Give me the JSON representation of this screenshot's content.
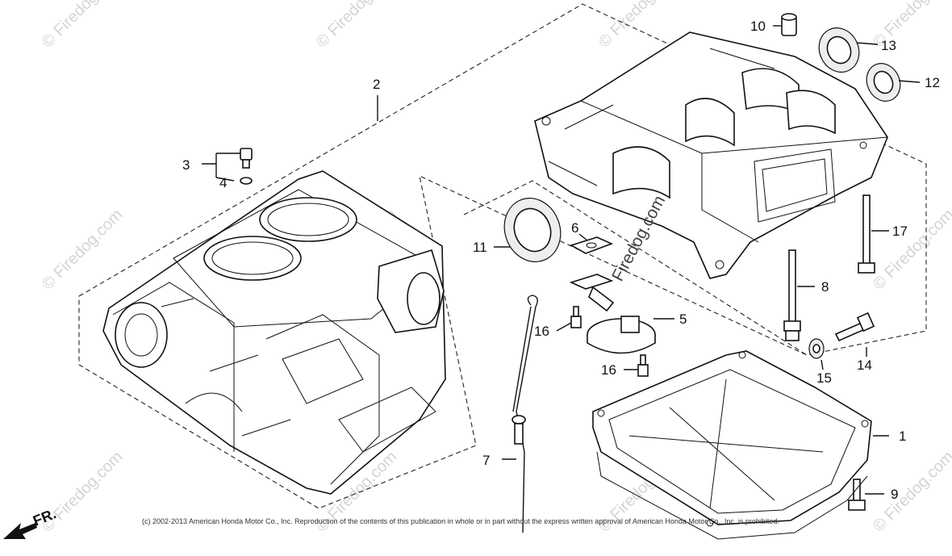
{
  "watermark": "© Firedog.com",
  "diagram_watermark": "Firedog.com",
  "copyright": "(c) 2002-2013 American Honda Motor Co., Inc. Reproduction of the contents of this publication in whole or in part without the express written approval of American Honda Motor Co., Inc. is prohibited.",
  "direction": "FR.",
  "callouts": {
    "c1": "1",
    "c2": "2",
    "c3": "3",
    "c4": "4",
    "c5": "5",
    "c6": "6",
    "c7": "7",
    "c8": "8",
    "c9": "9",
    "c10": "10",
    "c11": "11",
    "c12": "12",
    "c13": "13",
    "c14": "14",
    "c15": "15",
    "c16a": "16",
    "c16b": "16",
    "c17": "17"
  }
}
